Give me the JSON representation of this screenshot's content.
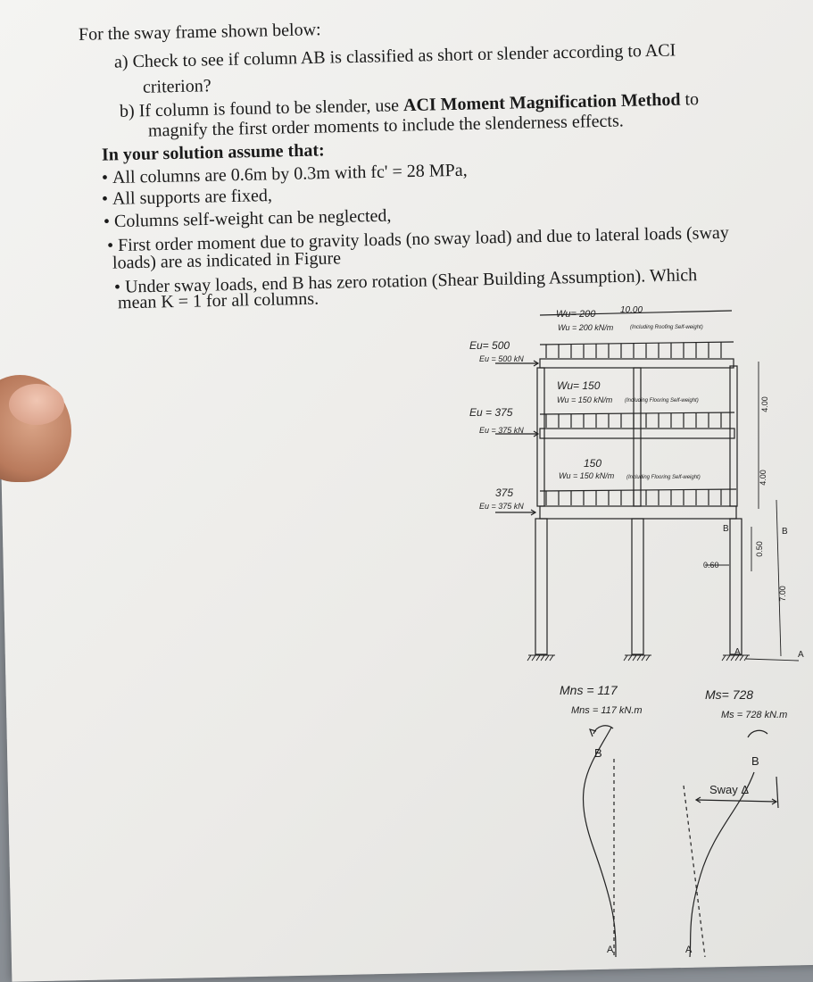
{
  "problem": {
    "intro": "For the sway frame shown below:",
    "part_a_1": "a) Check to see if column AB is classified as short or slender according to ACI",
    "part_a_2": "criterion?",
    "part_b_1_pre": "b) If column is found to be slender, use ",
    "part_b_1_bold": "ACI Moment Magnification Method",
    "part_b_1_post": " to",
    "part_b_2": "magnify the first order moments to include the slenderness effects.",
    "assume_heading": "In your solution assume that:",
    "bullets": [
      "All columns are 0.6m by 0.3m with fc' = 28 MPa,",
      "All supports are fixed,",
      "Columns self-weight can be neglected,",
      "First order moment due to gravity loads (no sway load) and due to lateral loads (sway",
      "loads) are as indicated in Figure",
      "Under sway loads, end B has zero rotation (Shear Building Assumption). Which",
      "mean K = 1 for all columns."
    ]
  },
  "figure": {
    "span": "10.00",
    "roof_load_hand": "Wu= 200",
    "roof_load": "Wu = 200 kN/m",
    "roof_note": "(Including Roofing Self-weight)",
    "floor2_load_hand": "Wu= 150",
    "floor2_load": "Wu = 150 kN/m",
    "floor2_note": "(Including Flooring Self-weight)",
    "floor1_load_hand": "150",
    "floor1_load": "Wu = 150 kN/m",
    "floor1_note": "(Including Flooring Self-weight)",
    "lat_roof_hand": "Eu= 500",
    "lat_roof": "Eu = 500 kN",
    "lat_f2_hand": "Eu = 375",
    "lat_f2": "Eu = 375 kN",
    "lat_f1_hand": "375",
    "lat_f1": "Eu = 375 kN",
    "dim_top": "4.00",
    "dim_mid": "4.00",
    "dim_beam": "0.50",
    "dim_bottom": "7.00",
    "dim_col": "0.60",
    "node_b": "B",
    "node_a": "A",
    "mns_hand": "Mns = 117",
    "mns": "Mns = 117 kN.m",
    "ms_hand": "Ms= 728",
    "ms": "Ms = 728 kN.m",
    "sway": "Sway Δ"
  }
}
